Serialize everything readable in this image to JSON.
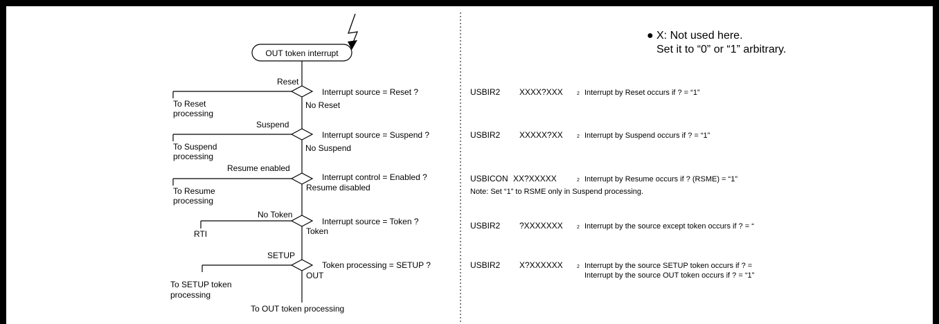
{
  "note": {
    "bullet": "●",
    "line1": "X: Not used here.",
    "line2": "Set it to “0” or “1” arbitrary."
  },
  "flow": {
    "start": "OUT token interrupt",
    "decisions": [
      {
        "condition": "Interrupt source = Reset ?",
        "yes_label": "Reset",
        "no_label": "No Reset",
        "target": [
          "To Reset",
          "processing"
        ]
      },
      {
        "condition": "Interrupt source = Suspend ?",
        "yes_label": "Suspend",
        "no_label": "No Suspend",
        "target": [
          "To Suspend",
          "processing"
        ]
      },
      {
        "condition": "Interrupt control = Enabled ?",
        "yes_label": "Resume enabled",
        "no_label": "Resume disabled",
        "target": [
          "To Resume",
          "processing"
        ]
      },
      {
        "condition": "Interrupt source = Token ?",
        "yes_label": "No Token",
        "no_label": "Token",
        "target": [
          "RTI"
        ]
      },
      {
        "condition": "Token processing = SETUP ?",
        "yes_label": "SETUP",
        "no_label": "OUT",
        "target": [
          "To SETUP token",
          "processing"
        ]
      }
    ],
    "end": "To OUT token processing"
  },
  "registers": [
    {
      "name": "USBIR2",
      "bits": "XXXX?XXX",
      "sub": "2",
      "desc": "Interrupt by Reset occurs if ? = “1”"
    },
    {
      "name": "USBIR2",
      "bits": "XXXXX?XX",
      "sub": "2",
      "desc": "Interrupt by Suspend occurs if ? = “1”"
    },
    {
      "name": "USBICON",
      "bits": "XX?XXXXX",
      "sub": "2",
      "desc": "Interrupt by Resume occurs if ? (RSME) = “1”",
      "note": "Note: Set “1” to RSME only in Suspend processing."
    },
    {
      "name": "USBIR2",
      "bits": "?XXXXXXX",
      "sub": "2",
      "desc": "Interrupt by the source except token occurs if ? = “"
    },
    {
      "name": "USBIR2",
      "bits": "X?XXXXXX",
      "sub": "2",
      "desc": "Interrupt by the source SETUP token occurs if ? =",
      "desc2": "Interrupt by the source OUT token occurs if ? = “1”"
    }
  ]
}
